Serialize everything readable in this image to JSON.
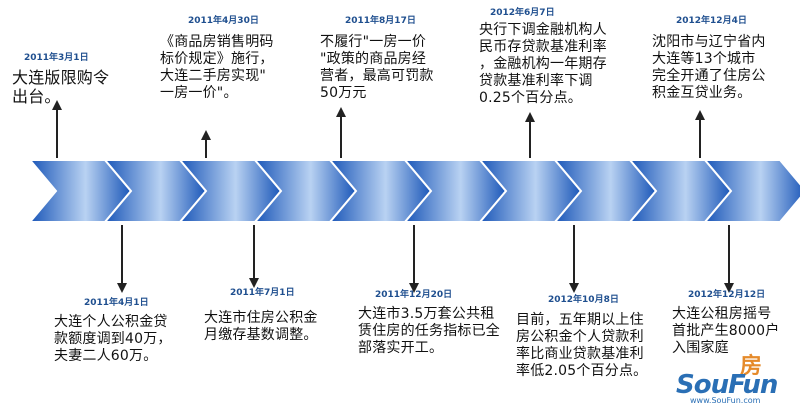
{
  "events": [
    {
      "date": "2011年3月1日",
      "text": "大连版限购令\n出台。",
      "pos": "top"
    },
    {
      "date": "2011年4月1日",
      "text": "大连个人公积金贷\n款额度调到40万，\n夫妻二人60万。",
      "pos": "bottom"
    },
    {
      "date": "2011年4月30日",
      "text": "《商品房销售明码\n标价规定》施行，\n大连二手房实现\"\n一房一价\"。",
      "pos": "top"
    },
    {
      "date": "2011年7月1日",
      "text": "大连市住房公积金\n月缴存基数调整。",
      "pos": "bottom"
    },
    {
      "date": "2011年8月17日",
      "text": "不履行\"一房一价\n\"政策的商品房经\n营者，最高可罚款\n50万元",
      "pos": "top"
    },
    {
      "date": "2011年12月20日",
      "text": "大连市3.5万套公共租\n赁住房的任务指标已全\n部落实开工。",
      "pos": "bottom"
    },
    {
      "date": "2012年6月7日",
      "text": "央行下调金融机构人\n民币存贷款基准利率\n，金融机构一年期存\n贷款基准利率下调\n0.25个百分点。",
      "pos": "top"
    },
    {
      "date": "2012年10月8日",
      "text": "目前，五年期以上住\n房公积金个人贷款利\n率比商业贷款基准利\n率低2.05个百分点。",
      "pos": "bottom"
    },
    {
      "date": "2012年12月4日",
      "text": "沈阳市与辽宁省内\n大连等13个城市\n完全开通了住房公\n积金互贷业务。",
      "pos": "top"
    },
    {
      "date": "2012年12月12日",
      "text": "大连公租房摇号\n首批产生8000户\n入围家庭",
      "pos": "bottom"
    }
  ],
  "watermark": {
    "brand": "SouFun",
    "glyph": "房",
    "url": "www.SouFun.com"
  },
  "colors": {
    "chevron_dark": "#1a56b8",
    "chevron_light": "#b9d2f2",
    "date": "#1f4f8f",
    "arrow": "#222222"
  }
}
